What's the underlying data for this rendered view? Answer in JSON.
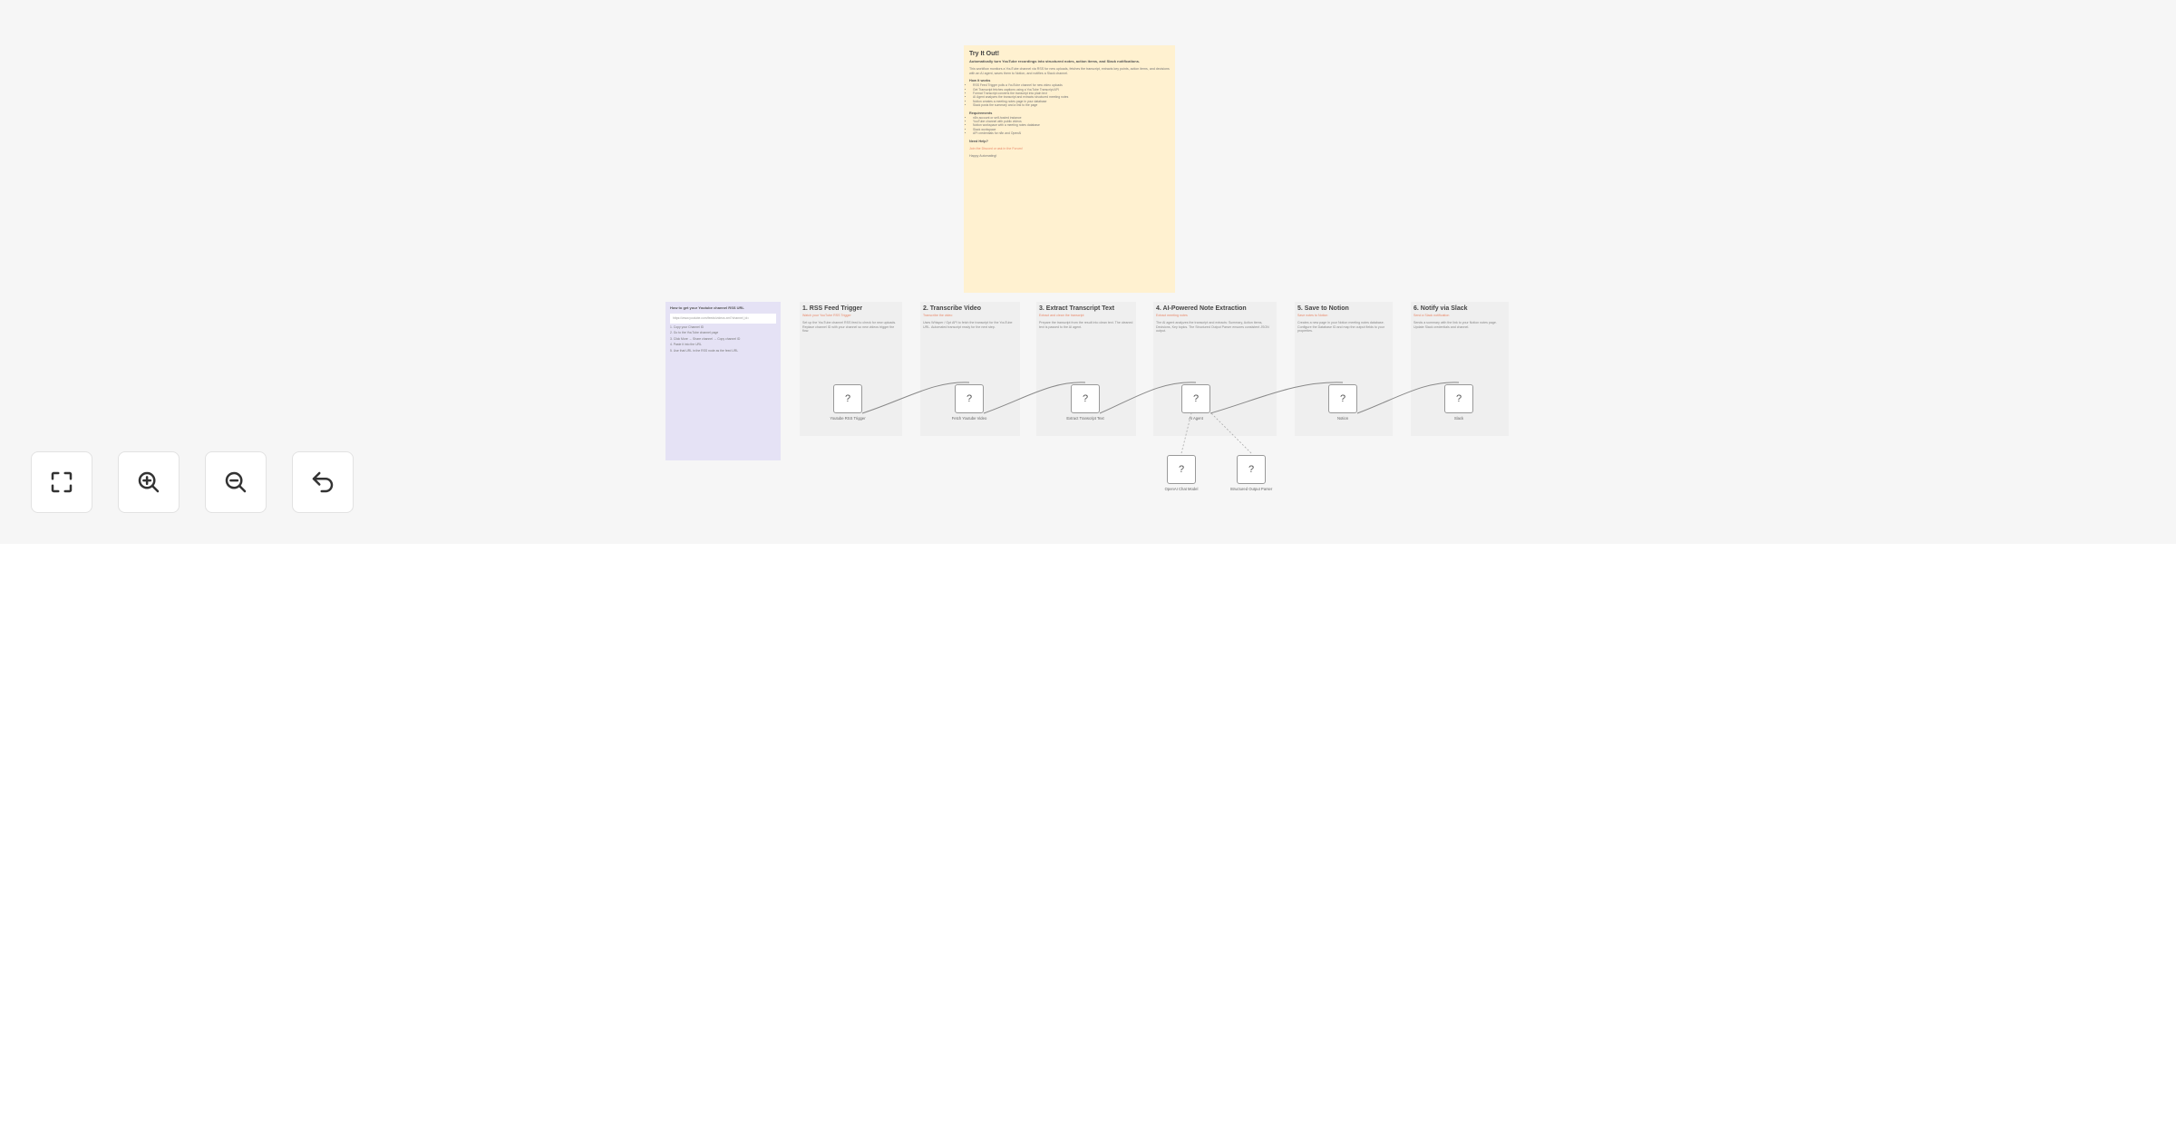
{
  "main_note": {
    "title": "Try It Out!",
    "subtitle": "Automatically turn YouTube recordings into structured notes, action items, and Slack notifications.",
    "intro": "This workflow monitors a YouTube channel via RSS for new uploads, fetches the transcript, extracts key points, action items, and decisions with an AI agent, saves them to Notion, and notifies a Slack channel.",
    "how_title": "How it works",
    "how_items": [
      "RSS Feed Trigger polls a YouTube channel for new video uploads",
      "Get Transcript fetches captions using a YouTube Transcript API",
      "Format Transcript converts the transcript into plain text",
      "AI Agent analyzes the transcript and extracts structured meeting notes",
      "Notion creates a meeting notes page in your database",
      "Slack posts the summary and a link to the page"
    ],
    "req_title": "Requirements",
    "req_items": [
      "n8n account or self-hosted instance",
      "YouTube channel with public videos",
      "Notion workspace with a meeting notes database",
      "Slack workspace",
      "API credentials for n8n and OpenAI"
    ],
    "help_title": "Need Help?",
    "help_text": "Join the Discord or ask in the Forum!",
    "footer": "Happy Automating!"
  },
  "setup_note": {
    "title": "How to get your Youtube channel RSS URL",
    "url_placeholder": "https://www.youtube.com/feeds/videos.xml?channel_id=",
    "steps": [
      "1. Copy your Channel ID",
      "2. Go to the YouTube channel page",
      "3. Click More → Share channel → Copy channel ID",
      "4. Paste it into the URL",
      "5. Use that URL in the RSS node as the feed URL"
    ]
  },
  "steps": [
    {
      "title": "1. RSS Feed Trigger",
      "subtitle": "Watch your YouTube RSS Trigger",
      "desc": "Set up the YouTube channel RSS feed to check for new uploads. Replace channel ID with your channel so new videos trigger the flow."
    },
    {
      "title": "2. Transcribe Video",
      "subtitle": "Transcribe the video",
      "desc": "Uses Whisper / Gpt API to fetch the transcript for the YouTube URL. Automated transcript ready for the next step."
    },
    {
      "title": "3. Extract Transcript Text",
      "subtitle": "Extract and clean the transcript",
      "desc": "Prepare the transcript from the result into clean text. The cleaned text is passed to the AI agent."
    },
    {
      "title": "4. AI-Powered Note Extraction",
      "subtitle": "Extract meeting notes",
      "desc": "The AI agent analyzes the transcript and extracts: Summary, Action items, Decisions, Key topics. The Structured Output Parser ensures consistent JSON output."
    },
    {
      "title": "5. Save to Notion",
      "subtitle": "Save notes to Notion",
      "desc": "Creates a new page in your Notion meeting notes database. Configure the Database ID and map the output fields to your properties."
    },
    {
      "title": "6. Notify via Slack",
      "subtitle": "Send a Slack notification",
      "desc": "Sends a summary with the link to your Notion notes page. Update Slack credentials and channel."
    }
  ],
  "nodes": [
    {
      "icon": "?",
      "label": "Youtube RSS Trigger"
    },
    {
      "icon": "?",
      "label": "Fetch Youtube Video"
    },
    {
      "icon": "?",
      "label": "Extract Transcript Text"
    },
    {
      "icon": "?",
      "label": "AI Agent"
    },
    {
      "icon": "?",
      "label": "Notion"
    },
    {
      "icon": "?",
      "label": "Slack"
    },
    {
      "icon": "?",
      "label": "OpenAI Chat Model"
    },
    {
      "icon": "?",
      "label": "Structured Output Parser"
    }
  ],
  "controls": {
    "fit": "fit-view",
    "zoom_in": "zoom-in",
    "zoom_out": "zoom-out",
    "undo": "undo"
  }
}
